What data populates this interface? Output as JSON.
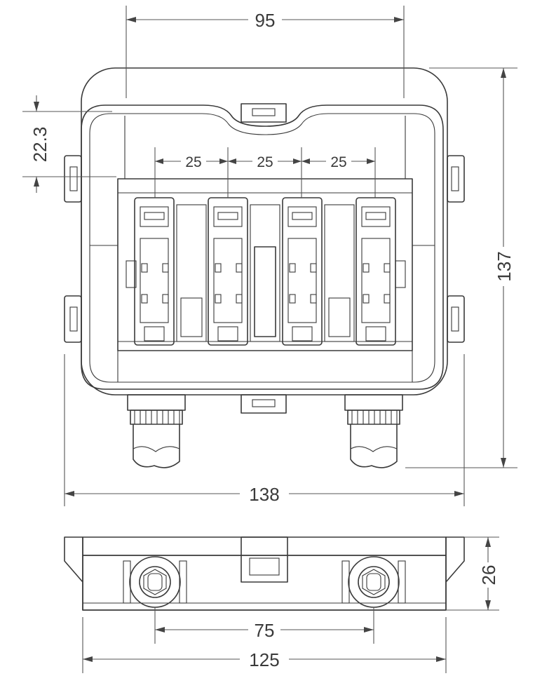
{
  "dimensions": {
    "top_width": "95",
    "height": "137",
    "offset": "22.3",
    "pitch_1": "25",
    "pitch_2": "25",
    "pitch_3": "25",
    "overall_width": "138",
    "side_depth": "26",
    "gland_spacing": "75",
    "side_width": "125"
  }
}
